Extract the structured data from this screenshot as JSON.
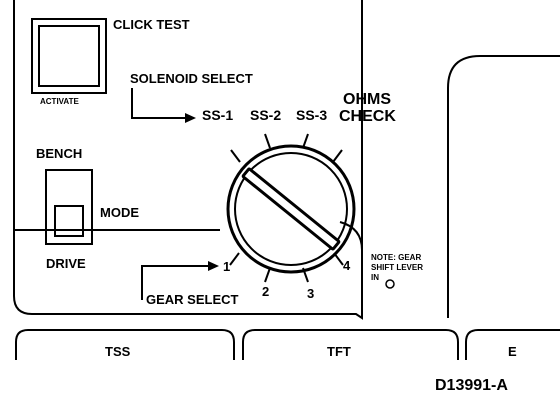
{
  "click_test": {
    "label": "CLICK TEST",
    "button_label": "ACTIVATE"
  },
  "solenoid_select": {
    "label": "SOLENOID SELECT",
    "positions": [
      "SS-1",
      "SS-2",
      "SS-3"
    ],
    "ohms_check": [
      "OHMS",
      "CHECK"
    ]
  },
  "mode_switch": {
    "top_label": "BENCH",
    "bottom_label": "DRIVE",
    "label": "MODE"
  },
  "gear_select": {
    "label": "GEAR SELECT",
    "positions": [
      "1",
      "2",
      "3",
      "4"
    ]
  },
  "note": [
    "NOTE: GEAR",
    "SHIFT LEVER",
    "IN"
  ],
  "tabs": [
    "TSS",
    "TFT",
    "E"
  ],
  "figure_id": "D13991-A"
}
